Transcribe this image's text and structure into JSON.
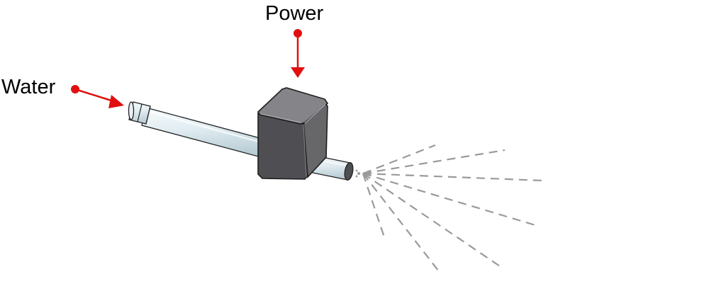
{
  "labels": {
    "power": "Power",
    "water": "Water"
  },
  "colors": {
    "arrow": "#e01010",
    "housing": "#5f5f62",
    "housing_edge": "#1e1e1e",
    "pipe": "#dbe9ef",
    "pipe_edge": "#1e1e1e",
    "spray": "#9a9a9a"
  },
  "icons": {
    "device": "nozzle-heater-block",
    "spray": "spray-pattern"
  }
}
